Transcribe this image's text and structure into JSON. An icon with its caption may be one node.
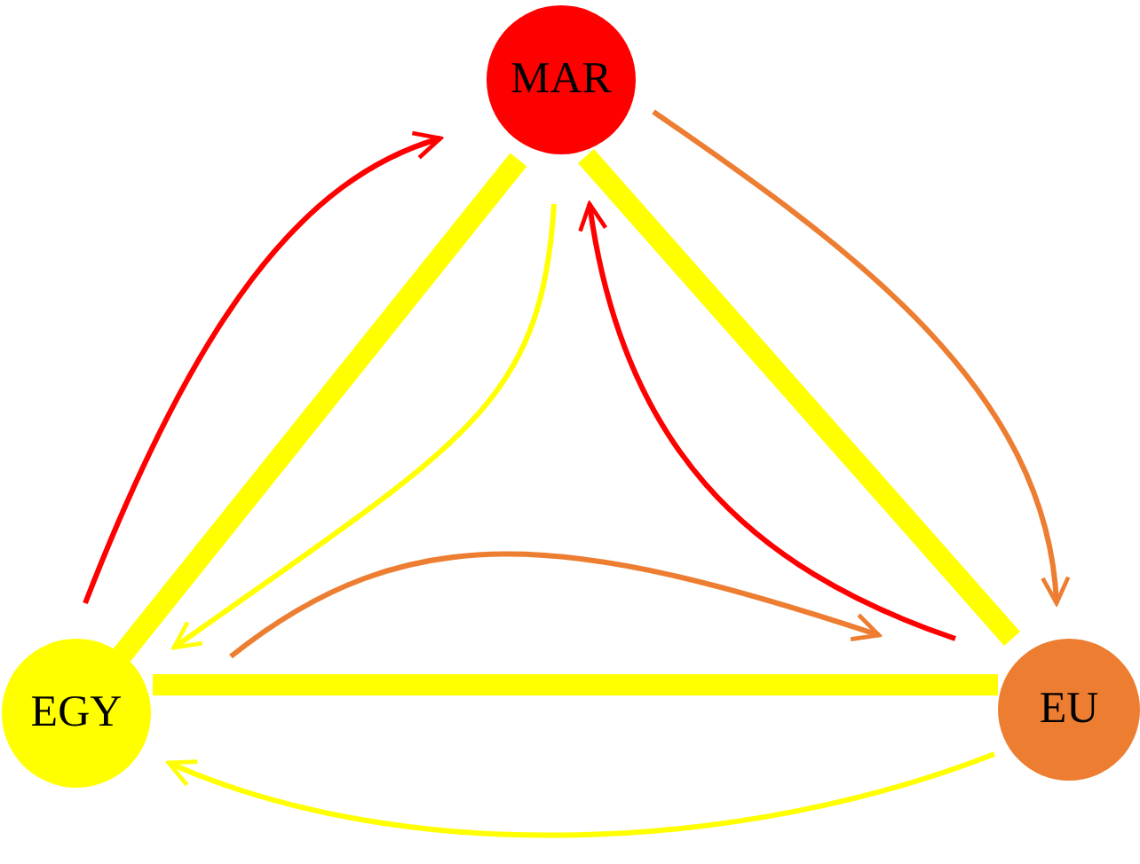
{
  "diagram": {
    "nodes": [
      {
        "text": [
          "MAR"
        ]
      },
      {
        "text": [
          "EGY"
        ]
      },
      {
        "text": [
          "EU"
        ]
      }
    ],
    "edges": [
      {
        "from": 0,
        "to": 1,
        "arrow": "none",
        "style": "thick"
      },
      {
        "from": 0,
        "to": 2,
        "arrow": "none",
        "style": "thick"
      },
      {
        "from": 1,
        "to": 2,
        "arrow": "none",
        "style": "thick"
      },
      {
        "from": 1,
        "to": 0,
        "arrow": "to",
        "color": "#ff0000"
      },
      {
        "from": 0,
        "to": 2,
        "arrow": "to",
        "color": "#ed7d31"
      },
      {
        "from": 2,
        "to": 0,
        "arrow": "to",
        "color": "#ff0000"
      },
      {
        "from": 0,
        "to": 1,
        "arrow": "to"
      },
      {
        "from": 1,
        "to": 2,
        "arrow": "to",
        "color": "#ed7d31"
      },
      {
        "from": 2,
        "to": 1,
        "arrow": "to"
      }
    ]
  }
}
